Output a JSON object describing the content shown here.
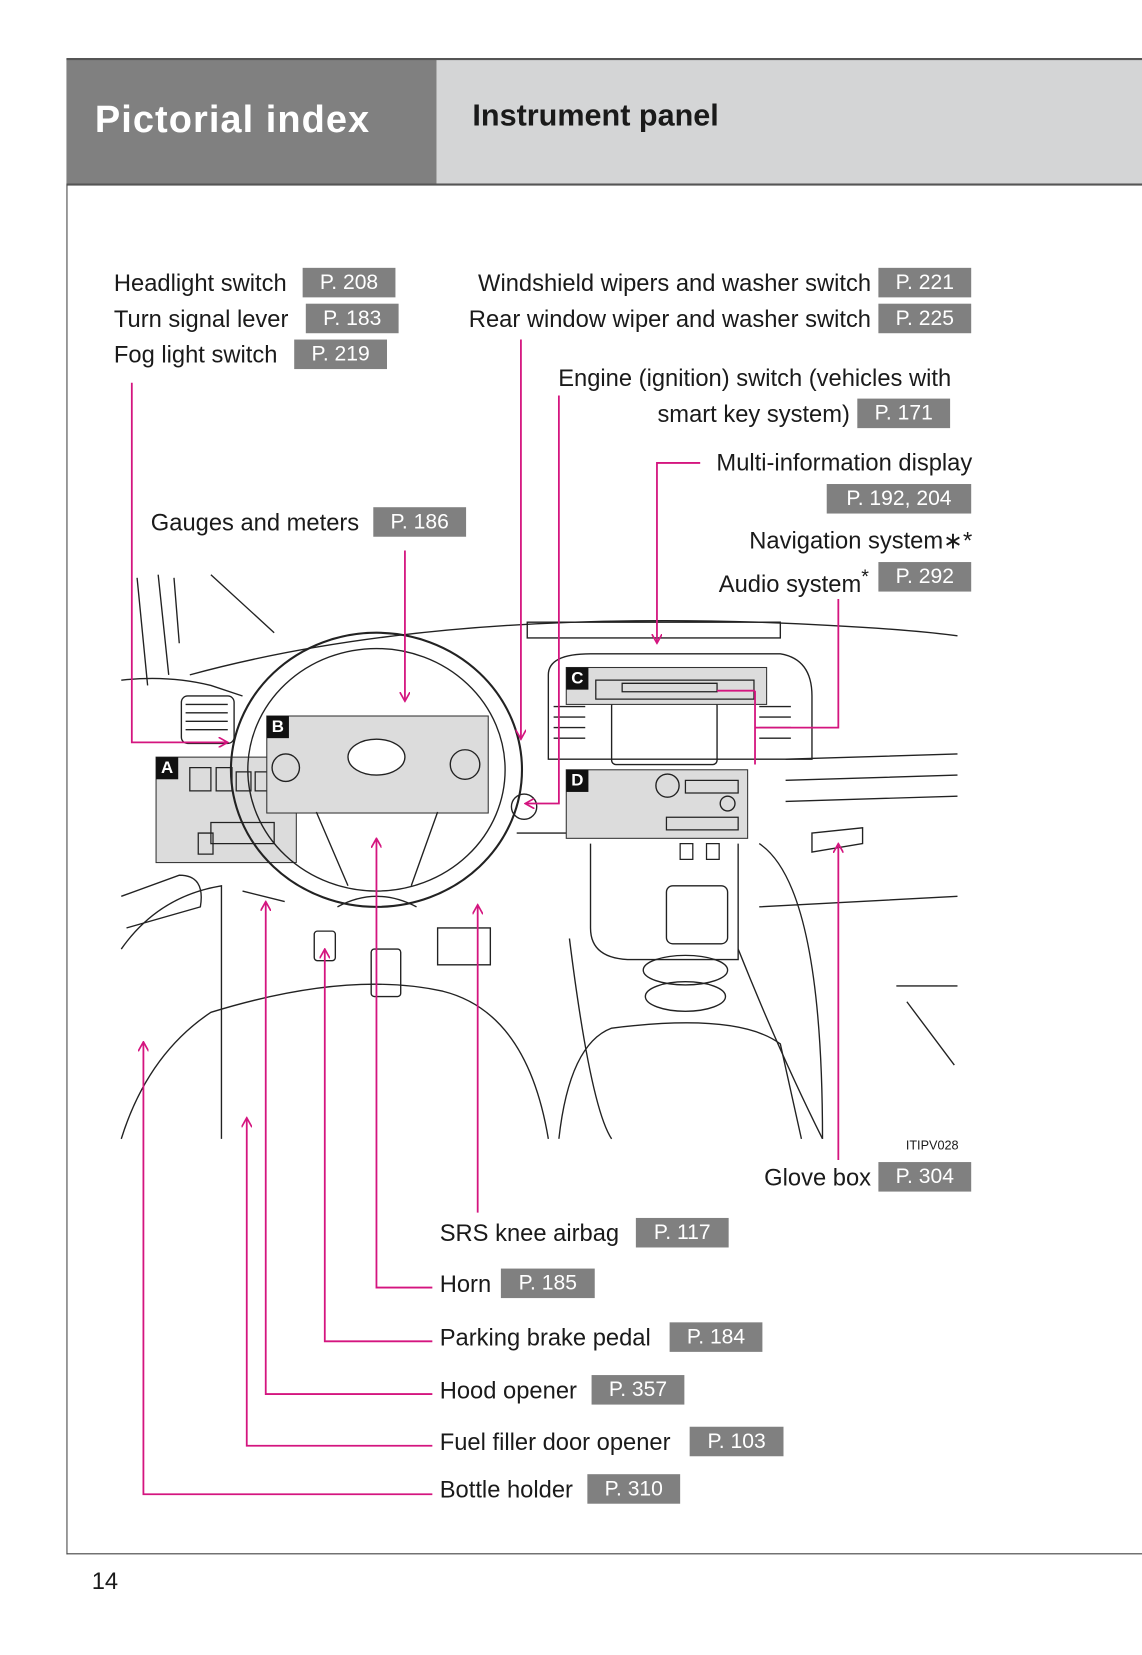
{
  "header": {
    "section": "Pictorial index",
    "title": "Instrument panel"
  },
  "labels": {
    "headlight": {
      "text": "Headlight switch",
      "page": "P. 208"
    },
    "turn_signal": {
      "text": "Turn signal lever",
      "page": "P. 183"
    },
    "fog": {
      "text": "Fog light switch",
      "page": "P. 219"
    },
    "windshield": {
      "text": "Windshield wipers and washer switch",
      "page": "P. 221"
    },
    "rear_wiper": {
      "text": "Rear window wiper and washer switch",
      "page": "P. 225"
    },
    "engine": {
      "text1": "Engine (ignition) switch (vehicles with",
      "text2": "smart key system)",
      "page": "P. 171"
    },
    "mid": {
      "text": "Multi-information display",
      "page": "P. 192, 204"
    },
    "nav": {
      "text": "Navigation system",
      "mark": "∗*"
    },
    "audio": {
      "text": "Audio system",
      "mark": "*",
      "page": "P. 292"
    },
    "gauges": {
      "text": "Gauges and meters",
      "page": "P. 186"
    },
    "glove": {
      "text": "Glove box",
      "page": "P. 304"
    },
    "srs": {
      "text": "SRS knee airbag",
      "page": "P. 117"
    },
    "horn": {
      "text": "Horn",
      "page": "P. 185"
    },
    "parking": {
      "text": "Parking brake pedal",
      "page": "P. 184"
    },
    "hood": {
      "text": "Hood opener",
      "page": "P. 357"
    },
    "fuel": {
      "text": "Fuel filler door opener",
      "page": "P. 103"
    },
    "bottle": {
      "text": "Bottle holder",
      "page": "P. 310"
    }
  },
  "callouts": {
    "a": "A",
    "b": "B",
    "c": "C",
    "d": "D"
  },
  "figure_code": "ITIPV028",
  "page_number": "14",
  "colors": {
    "leader": "#d4157f",
    "badge": "#808080",
    "header_dark": "#808080",
    "header_light": "#d4d5d6"
  }
}
